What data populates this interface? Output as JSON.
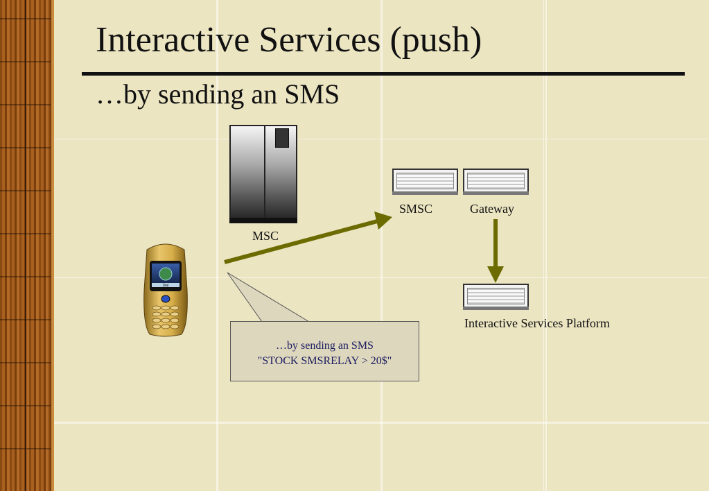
{
  "slide": {
    "title": "Interactive Services (push)",
    "subtitle": "…by sending an  SMS"
  },
  "diagram": {
    "msc_label": "MSC",
    "smsc_label": "SMSC",
    "gateway_label": "Gateway",
    "platform_label": "Interactive Services Platform",
    "arrow_color": "#6b6b00"
  },
  "callout": {
    "line1": "…by sending an SMS",
    "line2": "\"STOCK SMSRELAY > 20$\""
  },
  "phone": {
    "screen_text": "Dial"
  }
}
